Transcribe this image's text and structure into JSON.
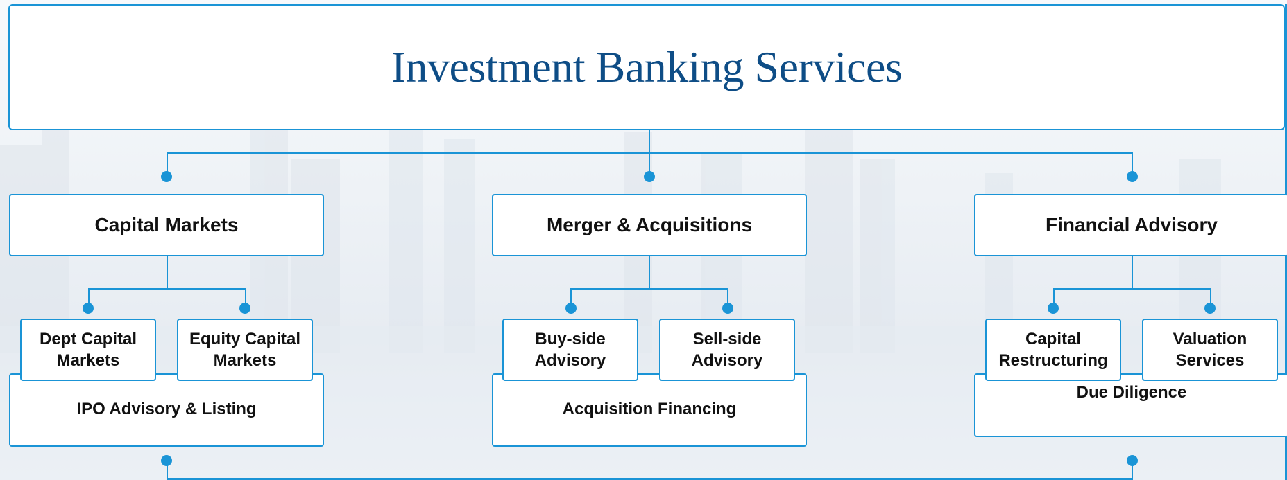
{
  "title": "Investment Banking Services",
  "colors": {
    "accent": "#1a94d6",
    "title": "#0e4d86",
    "text": "#111111",
    "box": "#ffffff"
  },
  "categories": [
    {
      "label": "Capital Markets",
      "subs": [
        "Dept Capital\nMarkets",
        "Equity Capital\nMarkets"
      ],
      "bottom": "IPO Advisory & Listing"
    },
    {
      "label": "Merger & Acquisitions",
      "subs": [
        "Buy-side\nAdvisory",
        "Sell-side\nAdvisory"
      ],
      "bottom": "Acquisition Financing"
    },
    {
      "label": "Financial Advisory",
      "subs": [
        "Capital\nRestructuring",
        "Valuation\nServices"
      ],
      "bottom": "Due Diligence"
    }
  ]
}
